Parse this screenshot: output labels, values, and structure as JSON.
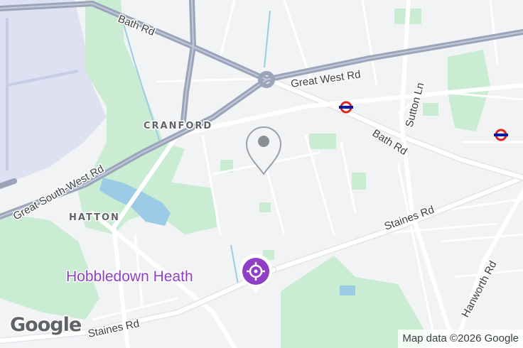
{
  "roads": {
    "bath_rd_nw": "Bath Rd",
    "great_west_rd": "Great West Rd",
    "bath_rd_e": "Bath Rd",
    "sutton_ln": "Sutton Ln",
    "great_south_west_rd": "Great South-West Rd",
    "staines_rd_e": "Staines Rd",
    "staines_rd_w": "Staines Rd",
    "hanworth_rd": "Hanworth Rd"
  },
  "areas": {
    "cranford": "CRANFORD",
    "hatton": "HATTON"
  },
  "poi": {
    "name": "Hobbledown Heath",
    "icon": "attraction-icon",
    "color": "#8e3fc6"
  },
  "markers": {
    "pin_icon": "location-pin-icon",
    "station_icon": "underground-station-icon"
  },
  "branding": {
    "logo": "Google",
    "attribution": "Map data ©2026 Google"
  },
  "colors": {
    "background": "#f1f3f4",
    "park": "#c9ecd3",
    "water": "#9ccbe6",
    "airport": "#dde1f2",
    "major_road": "#9aa4ba",
    "road": "#ffffff",
    "poi": "#8e3fc6"
  }
}
